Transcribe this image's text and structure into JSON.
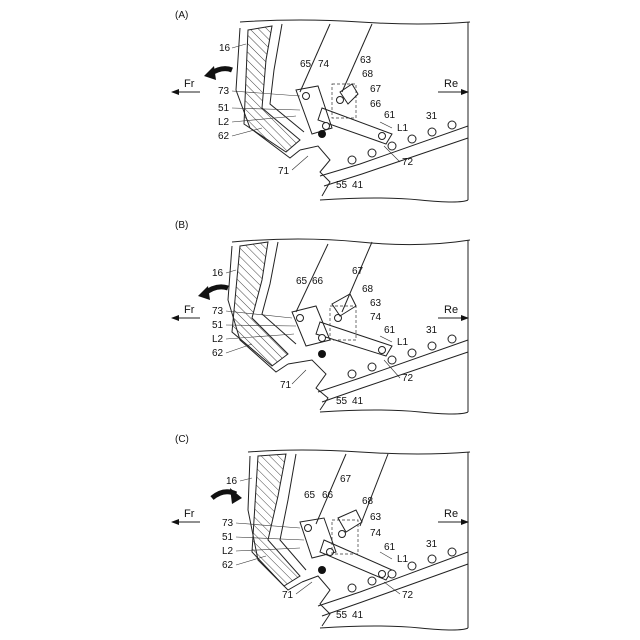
{
  "panels": [
    {
      "id": "A",
      "label": "(A)",
      "direction_front": "Fr",
      "direction_rear": "Re",
      "arrow": "toward-front",
      "callouts": [
        "16",
        "73",
        "51",
        "L2",
        "62",
        "65",
        "74",
        "63",
        "68",
        "67",
        "66",
        "61",
        "L1",
        "31",
        "72",
        "71",
        "55",
        "41"
      ]
    },
    {
      "id": "B",
      "label": "(B)",
      "direction_front": "Fr",
      "direction_rear": "Re",
      "arrow": "toward-front",
      "callouts": [
        "16",
        "73",
        "51",
        "L2",
        "62",
        "65",
        "66",
        "67",
        "68",
        "63",
        "74",
        "61",
        "L1",
        "31",
        "72",
        "71",
        "55",
        "41"
      ]
    },
    {
      "id": "C",
      "label": "(C)",
      "direction_front": "Fr",
      "direction_rear": "Re",
      "arrow": "toward-rear",
      "callouts": [
        "16",
        "73",
        "51",
        "L2",
        "62",
        "65",
        "66",
        "67",
        "68",
        "63",
        "74",
        "61",
        "L1",
        "31",
        "72",
        "71",
        "55",
        "41"
      ]
    }
  ]
}
